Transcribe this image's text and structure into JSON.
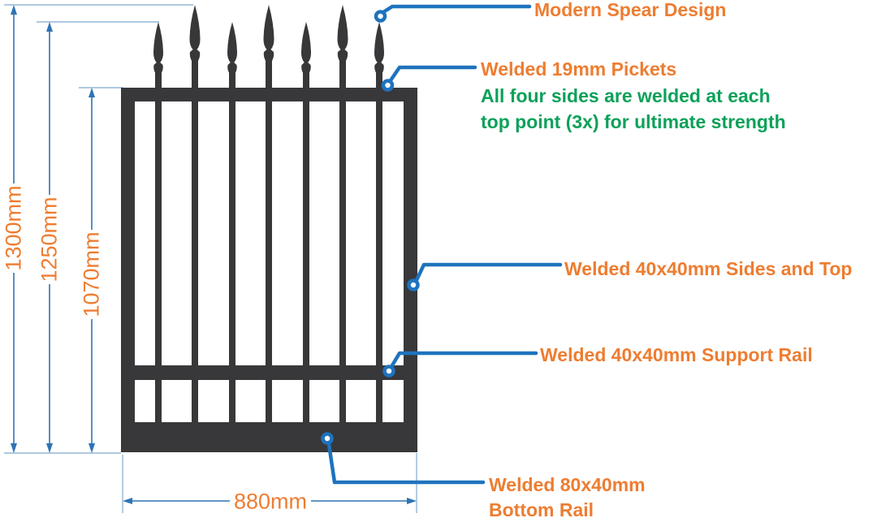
{
  "diagram_title": "Gate panel construction diagram",
  "callouts": {
    "spear": {
      "label": "Modern Spear Design"
    },
    "pickets": {
      "label": "Welded 19mm Pickets",
      "note_line1": "All four sides are welded at each",
      "note_line2": "top point (3x) for ultimate strength"
    },
    "sides_top": {
      "label": "Welded 40x40mm Sides and Top"
    },
    "support_rail": {
      "label": "Welded 40x40mm Support Rail"
    },
    "bottom_rail": {
      "label_line1": "Welded 80x40mm",
      "label_line2": "Bottom Rail"
    }
  },
  "dimensions": {
    "overall_height": "1300mm",
    "picket_height": "1250mm",
    "frame_height": "1070mm",
    "width": "880mm"
  },
  "colors": {
    "callout_text": "#ED7D31",
    "note_text": "#0BA159",
    "leader_line": "#1E73BE",
    "dimension_line": "#2E74B5",
    "extension_line": "#93B7D7",
    "steel": "#38383A",
    "background": "#FFFFFF"
  }
}
